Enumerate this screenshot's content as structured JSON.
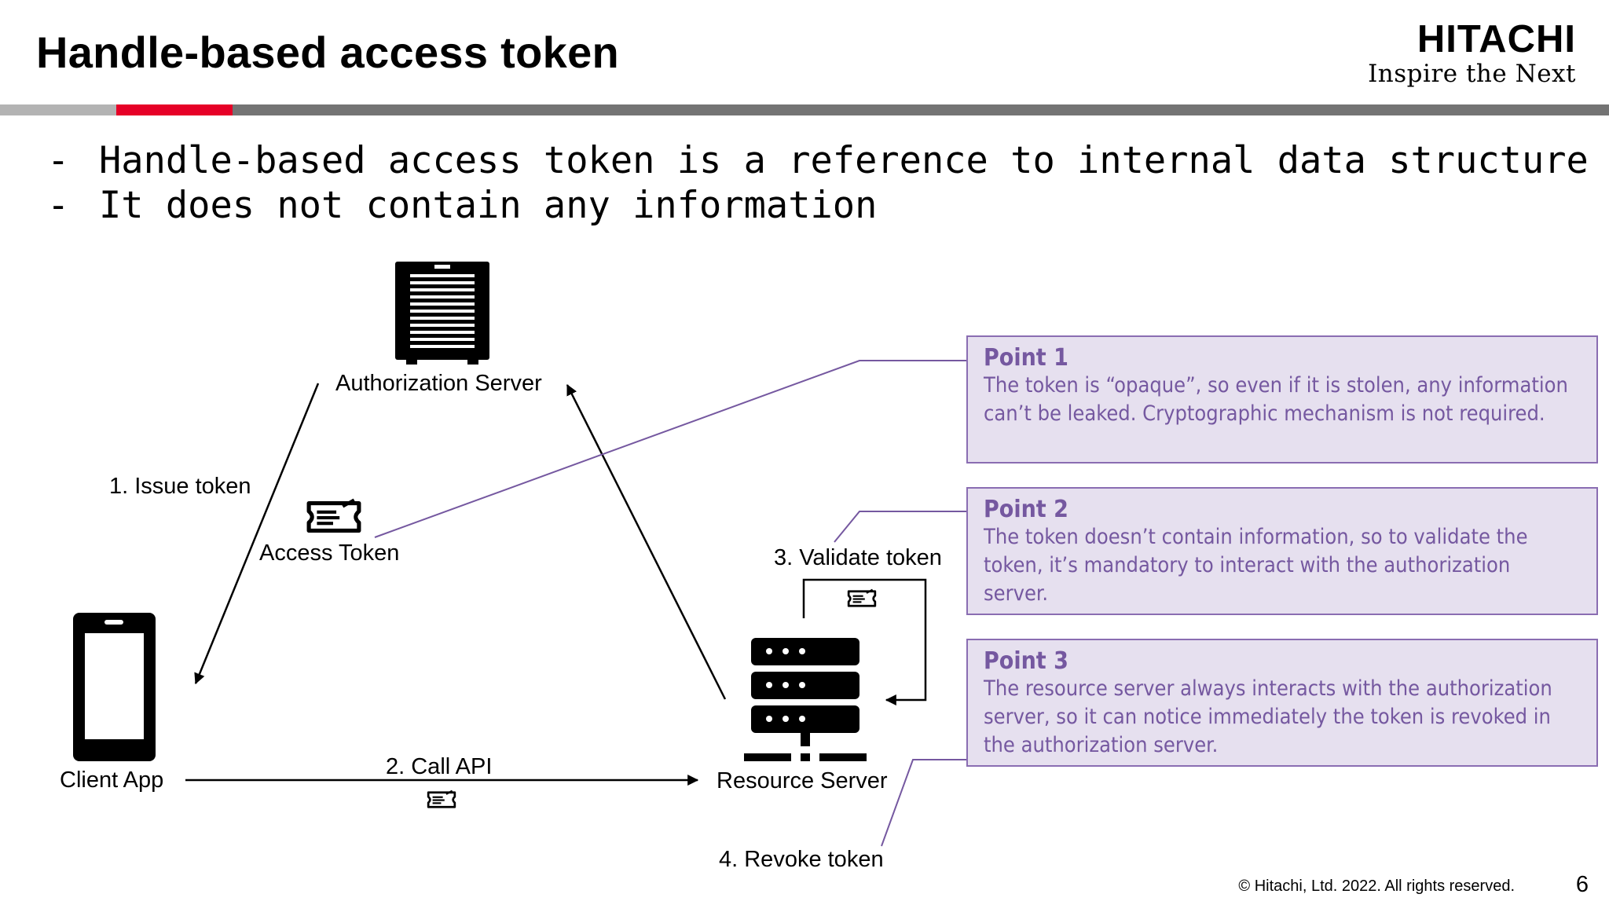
{
  "header": {
    "title": "Handle-based access token",
    "brand_name": "HITACHI",
    "brand_tagline": "Inspire the Next"
  },
  "colors": {
    "accent": "#e60027",
    "bar_gray": "#747474",
    "point_fill": "#e6e0ef",
    "point_border": "#8a6db2",
    "point_text": "#7558a0"
  },
  "bullets": [
    {
      "dash": "-",
      "text": "Handle-based access token is a reference to internal data structure"
    },
    {
      "dash": "-",
      "text": "It does not contain any information"
    }
  ],
  "diagram": {
    "nodes": {
      "auth_server": "Authorization Server",
      "client_app": "Client App",
      "resource_server": "Resource Server",
      "access_token": "Access Token"
    },
    "steps": {
      "issue": "1. Issue token",
      "call": "2. Call API",
      "validate": "3. Validate token",
      "revoke": "4. Revoke token"
    },
    "icons": [
      "server-cabinet-icon",
      "smartphone-icon",
      "server-rack-icon",
      "ticket-icon"
    ]
  },
  "points": [
    {
      "title": "Point 1",
      "text": "The token is “opaque”, so even if it is stolen, any information can’t be leaked. Cryptographic mechanism is not required."
    },
    {
      "title": "Point 2",
      "text": "The token doesn’t contain information, so to validate the token, it’s mandatory to interact with the authorization server."
    },
    {
      "title": "Point 3",
      "text": "The resource server always interacts with the authorization server, so it can notice immediately the token is revoked in the authorization server."
    }
  ],
  "footer": {
    "copyright": "© Hitachi, Ltd. 2022. All rights reserved.",
    "page": "6"
  }
}
